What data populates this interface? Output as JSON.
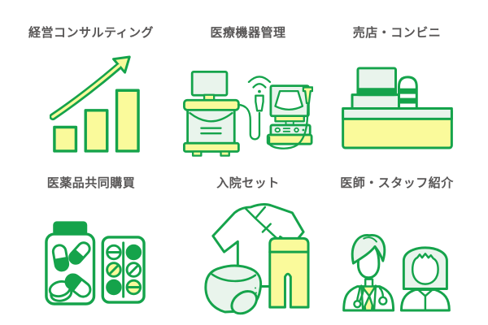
{
  "theme": {
    "green": "#15A34B",
    "yellow": "#FAFA9B",
    "mint": "#E9F4EC",
    "text": "#595757",
    "background": "#FFFFFF"
  },
  "cards": [
    {
      "label": "経営コンサルティング",
      "icon": "growth-chart-icon"
    },
    {
      "label": "医療機器管理",
      "icon": "ultrasound-equipment-icon"
    },
    {
      "label": "売店・コンビニ",
      "icon": "cash-register-icon"
    },
    {
      "label": "医薬品共同購買",
      "icon": "medicine-pills-icon"
    },
    {
      "label": "入院セット",
      "icon": "hospital-clothing-set-icon"
    },
    {
      "label": "医師・スタッフ紹介",
      "icon": "doctor-staff-icon"
    }
  ]
}
